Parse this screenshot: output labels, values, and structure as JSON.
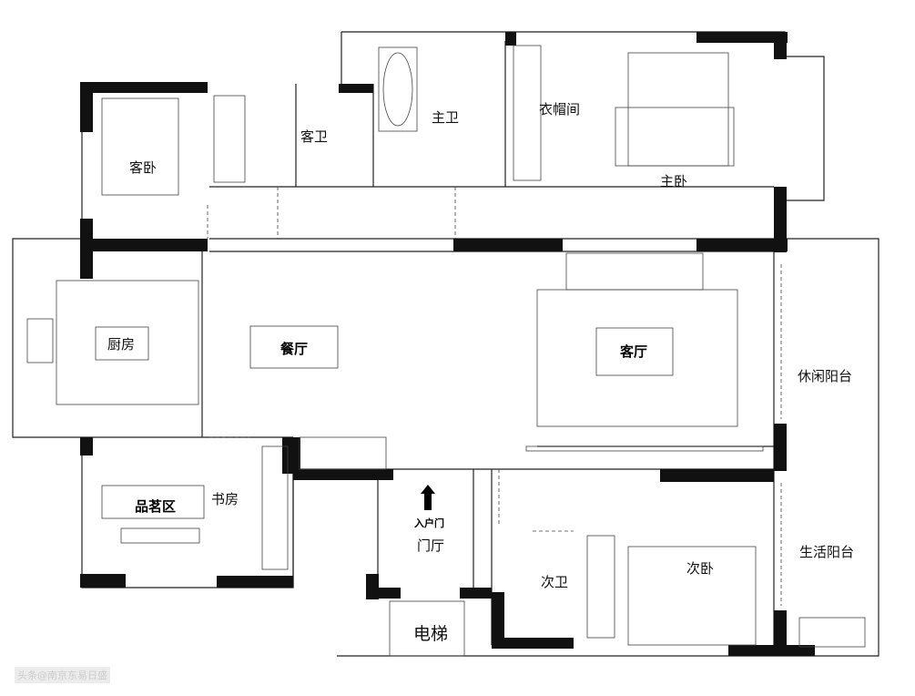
{
  "plan": {
    "rooms": {
      "guest_bedroom": "客卧",
      "guest_bath": "客卫",
      "master_bath": "主卫",
      "cloakroom": "衣帽间",
      "master_bedroom": "主卧",
      "kitchen": "厨房",
      "dining": "餐厅",
      "living": "客厅",
      "leisure_balcony": "休闲阳台",
      "tea_area": "品茗区",
      "study": "书房",
      "entry_door": "入户门",
      "foyer": "门厅",
      "second_bath": "次卫",
      "second_bedroom": "次卧",
      "service_balcony": "生活阳台",
      "elevator": "电梯"
    }
  },
  "watermark": "头条@南京东易日盛"
}
